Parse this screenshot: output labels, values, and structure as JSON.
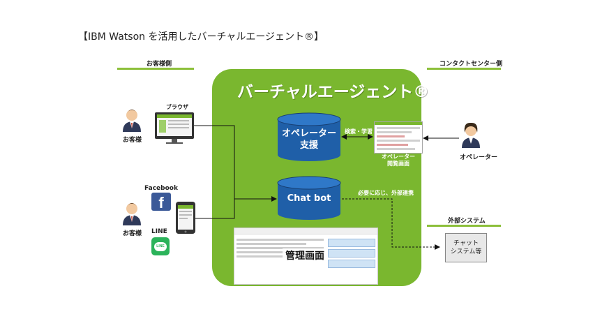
{
  "title": "【IBM  Watson を活用したバーチャルエージェント®】",
  "sections": {
    "customer_side": "お客様側",
    "contact_center_side": "コンタクトセンター側",
    "external_system": "外部システム"
  },
  "virtual_agent": {
    "title": "バーチャルエージェント®",
    "operator_support": "オペレーター支援",
    "chat_bot": "Chat bot",
    "admin_screen": "管理画面"
  },
  "labels": {
    "browser": "ブラウザ",
    "customer_top": "お客様",
    "customer_bottom": "お客様",
    "facebook": "Facebook",
    "line": "LINE",
    "operator": "オペレーター",
    "operator_view_screen": "オペレーター\n閲覧画面",
    "search_learning": "検索・学習",
    "external_link": "必要に応じ、外部連携",
    "chat_system": "チャット\nシステム等"
  },
  "colors": {
    "green": "#7ab72f",
    "cylinder": "#1f5fa8",
    "section_bar": "#8cbf3a",
    "facebook": "#3b5998",
    "line": "#2bb35a"
  },
  "icons": [
    "person-icon",
    "monitor-icon",
    "smartphone-icon",
    "facebook-icon",
    "line-icon",
    "database-icon"
  ]
}
